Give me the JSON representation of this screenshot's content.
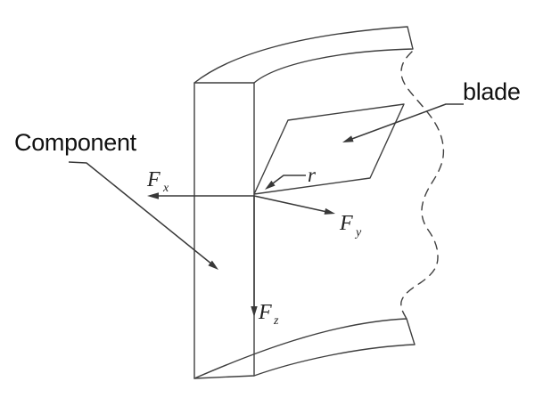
{
  "colors": {
    "background": "#ffffff",
    "line": "#3f3f3f",
    "text": "#111111"
  },
  "diagram": {
    "component_label": "Component",
    "blade_label": "blade",
    "radius_label": "r",
    "forces": {
      "fx": {
        "base": "F",
        "sub": "x"
      },
      "fy": {
        "base": "F",
        "sub": "y"
      },
      "fz": {
        "base": "F",
        "sub": "z"
      }
    }
  }
}
